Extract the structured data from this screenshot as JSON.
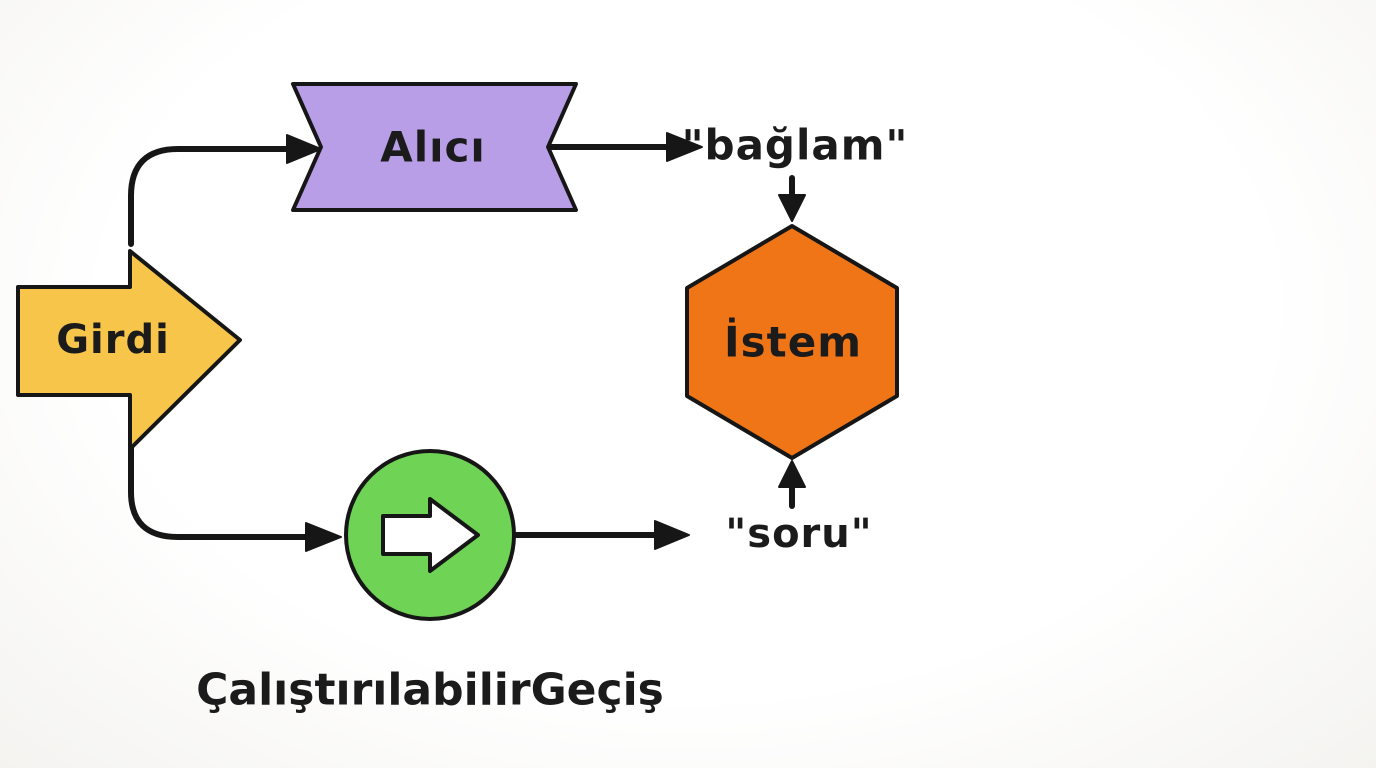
{
  "diagram": {
    "nodes": {
      "girdi": {
        "label": "Girdi",
        "shape": "block-arrow",
        "fill": "#f6c54a"
      },
      "alici": {
        "label": "Alıcı",
        "shape": "ribbon",
        "fill": "#b89ee6"
      },
      "istem": {
        "label": "İstem",
        "shape": "hexagon",
        "fill": "#ef7517"
      },
      "calistirilabilir_gecis": {
        "label": "ÇalıştırılabilirGeçiş",
        "shape": "circle-play",
        "fill": "#6fd355"
      }
    },
    "edge_labels": {
      "baglam": "\"bağlam\"",
      "soru": "\"soru\""
    },
    "edges": [
      {
        "from": "girdi",
        "to": "alici"
      },
      {
        "from": "alici",
        "to": "baglam"
      },
      {
        "from": "baglam",
        "to": "istem"
      },
      {
        "from": "girdi",
        "to": "calistirilabilir_gecis"
      },
      {
        "from": "calistirilabilir_gecis",
        "to": "soru"
      },
      {
        "from": "soru",
        "to": "istem"
      }
    ],
    "colors": {
      "stroke": "#161616",
      "background": "#fcfcfa",
      "inner_arrow": "#ffffff"
    }
  }
}
